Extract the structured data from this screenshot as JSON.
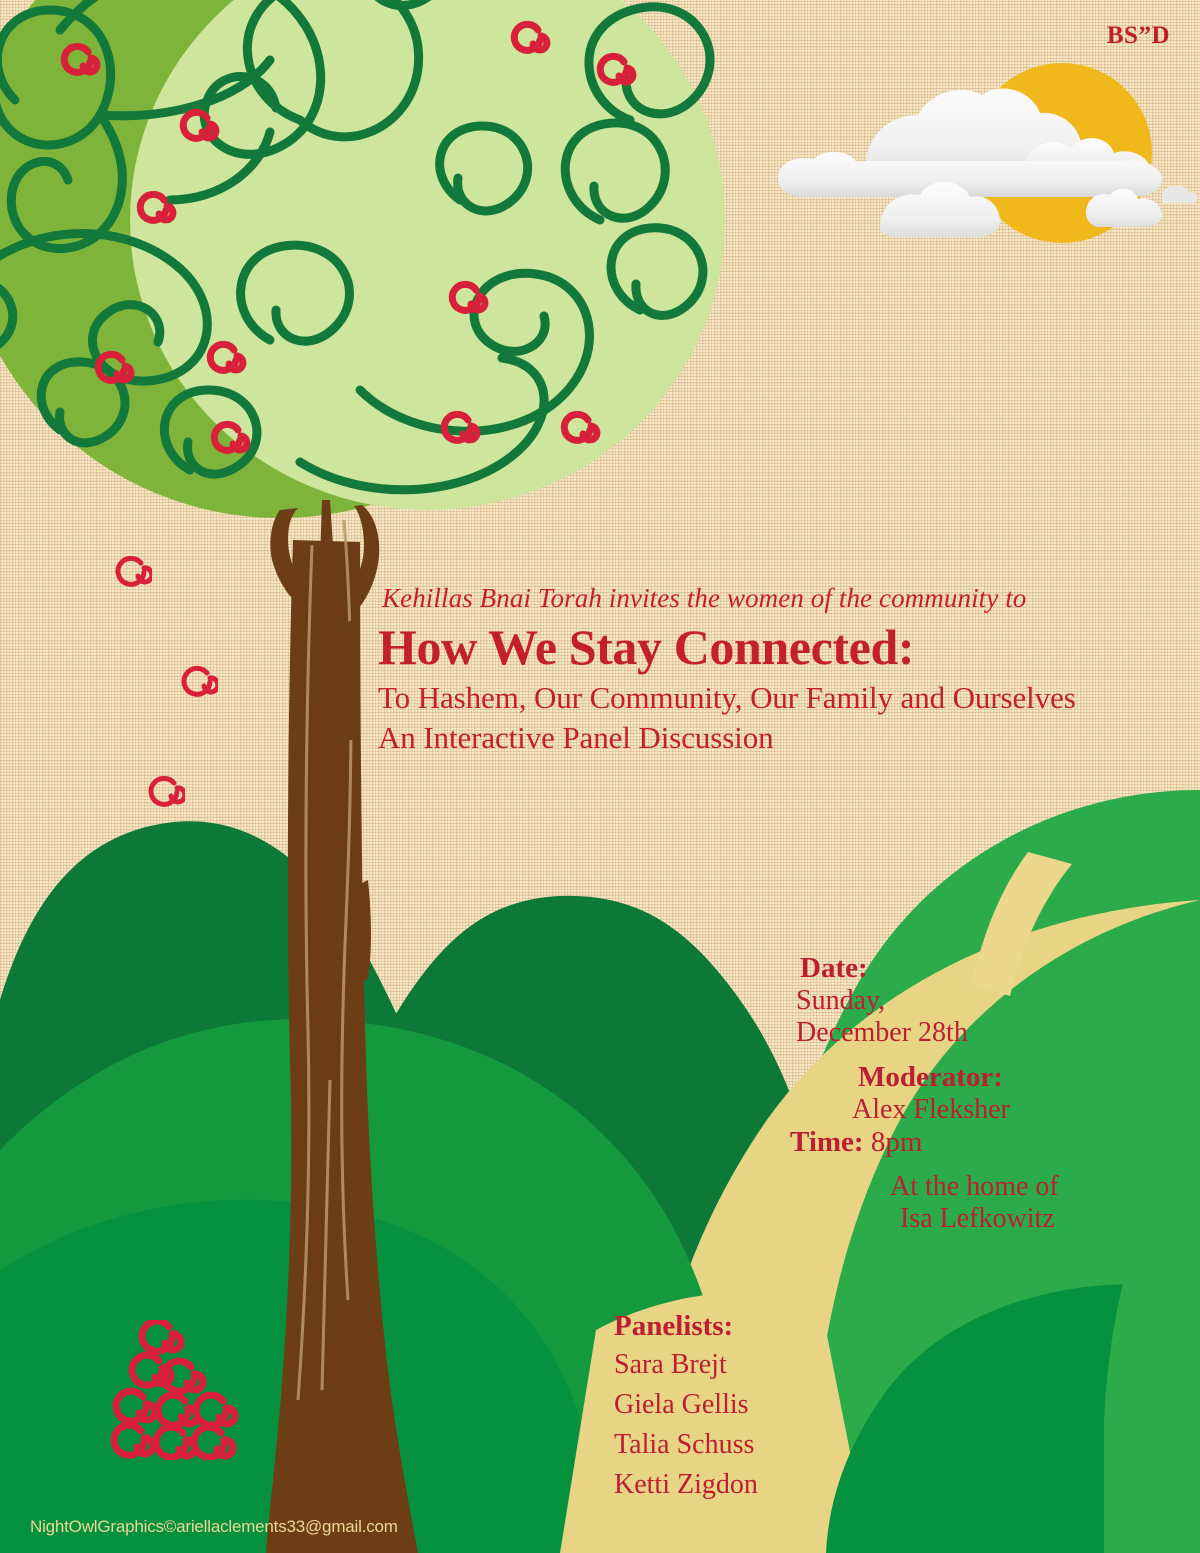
{
  "poster": {
    "bsd": "BS”D",
    "background_color": "#f2dcb4",
    "accent_red": "#c41f2c",
    "sand_band_color": "#e8d485"
  },
  "headline": {
    "kicker": "Kehillas Bnai Torah invites the women of the community to",
    "title": "How We Stay Connected:",
    "subtitle_line_1": "To Hashem, Our Community, Our Family and Ourselves",
    "subtitle_line_2": "An Interactive Panel Discussion"
  },
  "details": {
    "date_label": "Date:",
    "date_value_line_1": "Sunday,",
    "date_value_line_2": "December 28th",
    "moderator_label": "Moderator:",
    "moderator_value": "Alex Fleksher",
    "time_label": "Time:",
    "time_value": " 8pm",
    "venue_line_1": "At the home of",
    "venue_line_2": "Isa Lefkowitz"
  },
  "panelists": {
    "title": "Panelists:",
    "names": [
      "Sara Brejt",
      "Giela Gellis",
      "Talia Schuss",
      "Ketti Zigdon"
    ]
  },
  "credit": {
    "text": "NightOwlGraphics©ariellaclements33@gmail.com"
  },
  "artwork": {
    "sun": {
      "name": "sun-disc",
      "color": "#f0b81a"
    },
    "clouds": {
      "name": "cloud-cluster",
      "color": "#f2f2f2"
    },
    "canopy": {
      "mid_green": "#7fb43a",
      "light_green": "#cde59d",
      "swirl_green": "#13793a",
      "berry_red": "#d8203a"
    },
    "trunk": {
      "color": "#6d3e16"
    },
    "hills": {
      "dark_green": "#0c7a36",
      "mid_green": "#15993f",
      "bright_green": "#2cab4a",
      "deep_green": "#06913f"
    }
  }
}
